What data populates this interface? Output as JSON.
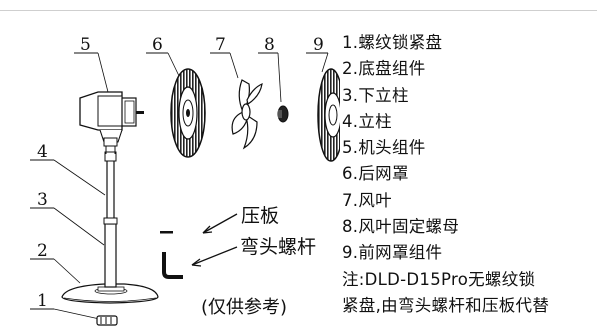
{
  "callout_numbers": [
    "5",
    "6",
    "7",
    "8",
    "9",
    "4",
    "3",
    "2",
    "1"
  ],
  "legend": [
    "1.螺纹锁紧盘",
    "2.底盘组件",
    "3.下立柱",
    "4.立柱",
    "5.机头组件",
    "6.后网罩",
    "7.风叶",
    "8.风叶固定螺母",
    "9.前网罩组件",
    "注:DLD-D15Pro无螺纹锁",
    "紧盘,由弯头螺杆和压板代替"
  ],
  "labels": {
    "pressure_plate": "压板",
    "elbow_bolt": "弯头螺杆",
    "reference_note": "(仅供参考)"
  }
}
